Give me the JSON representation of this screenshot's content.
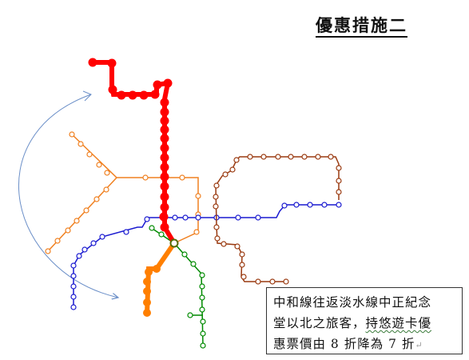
{
  "title": "優惠措施二",
  "note": {
    "line1": "中和線往返淡水線中正紀念",
    "line2_plain": "堂以北之旅客，",
    "line2_wavy": "持悠遊卡優",
    "line3": "惠票價由 8 折降為 7 折",
    "line3_mark": "↵"
  },
  "lines": {
    "danshui": {
      "color": "#ff0000"
    },
    "xinzhuang": {
      "color": "#ff6a00"
    },
    "zhonghe": {
      "color": "#ff7f00"
    },
    "bannan": {
      "color": "#1010d0"
    },
    "xindian": {
      "color": "#008000"
    },
    "muzha": {
      "color": "#993300"
    }
  },
  "arrow": {
    "color": "#6b8fc8"
  }
}
